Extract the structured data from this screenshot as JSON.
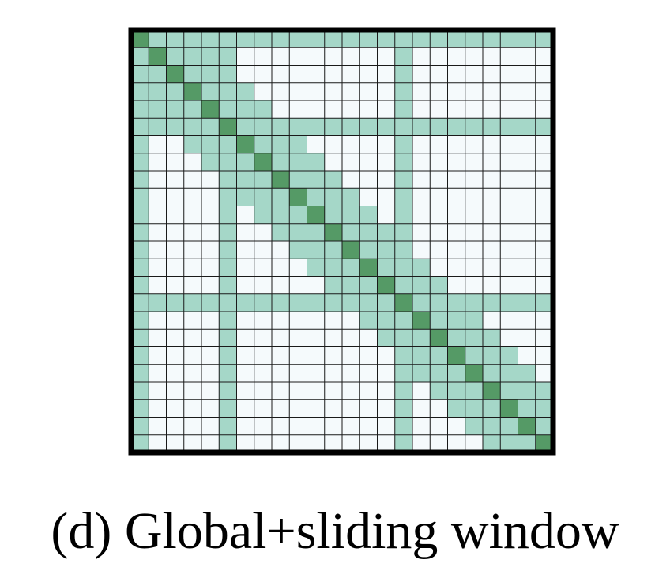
{
  "caption": "(d) Global+sliding window",
  "pattern": {
    "size": 24,
    "global_tokens": [
      0,
      5,
      15
    ],
    "window_radius": 3,
    "colors": {
      "diagonal": "#559a66",
      "attended": "#a5d7c8",
      "empty": "#f5fafc",
      "grid_line": "#1a1a1a",
      "border": "#000000"
    }
  }
}
